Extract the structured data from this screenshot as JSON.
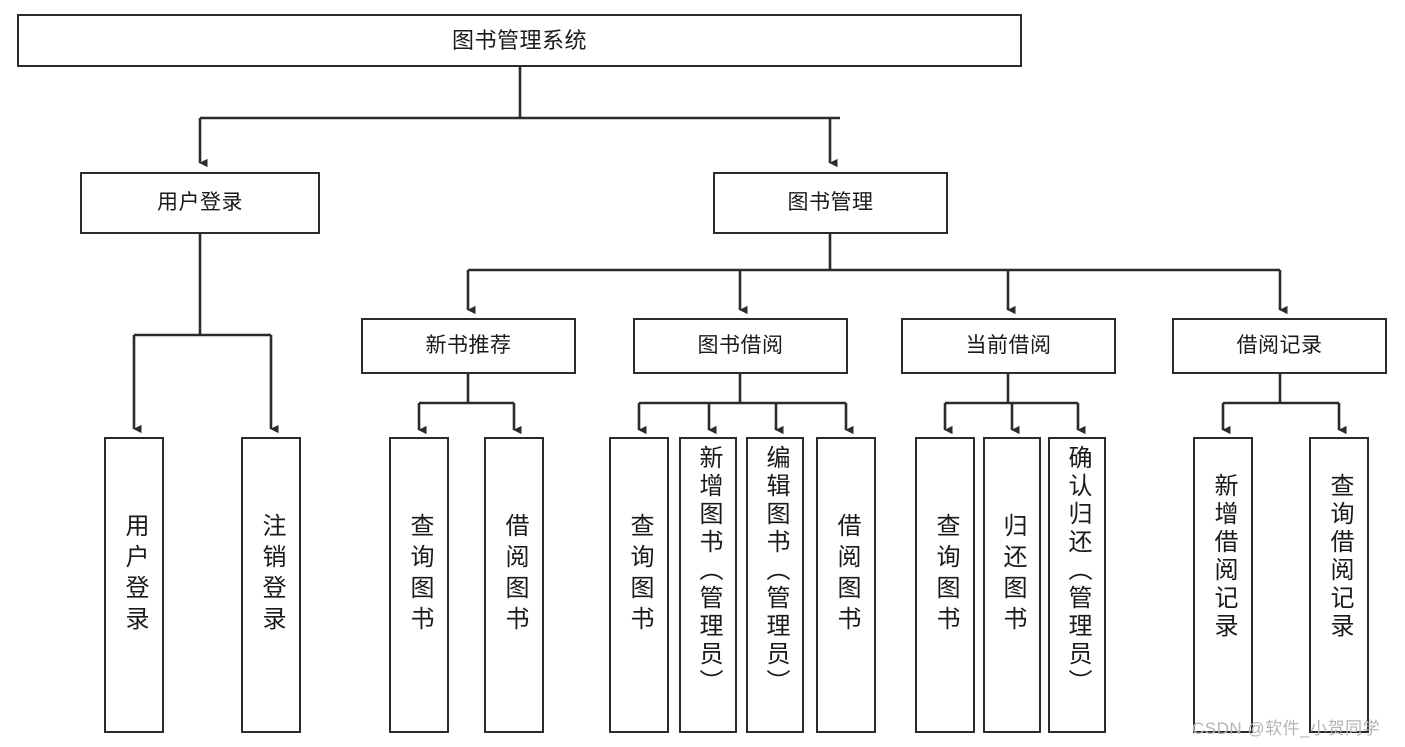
{
  "diagram": {
    "title": "图书管理系统",
    "type": "functional-structure-tree",
    "line_color": "#2b2b2b",
    "box_fill": "#ffffff",
    "text_color": "#1a1a1a"
  },
  "root": {
    "label": "图书管理系统"
  },
  "level2": [
    {
      "label": "用户登录"
    },
    {
      "label": "图书管理"
    }
  ],
  "level3": [
    {
      "label": "新书推荐"
    },
    {
      "label": "图书借阅"
    },
    {
      "label": "当前借阅"
    },
    {
      "label": "借阅记录"
    }
  ],
  "leaves": {
    "user_login": [
      {
        "label": "用户登录"
      },
      {
        "label": "注销登录"
      }
    ],
    "new_book_recommend": [
      {
        "label": "查询图书"
      },
      {
        "label": "借阅图书"
      }
    ],
    "book_borrow": [
      {
        "label": "查询图书"
      },
      {
        "label": "新增图书（管理员）"
      },
      {
        "label": "编辑图书（管理员）"
      },
      {
        "label": "借阅图书"
      }
    ],
    "current_borrow": [
      {
        "label": "查询图书"
      },
      {
        "label": "归还图书"
      },
      {
        "label": "确认归还（管理员）"
      }
    ],
    "borrow_record": [
      {
        "label": "新增借阅记录"
      },
      {
        "label": "查询借阅记录"
      }
    ]
  },
  "watermark": {
    "text": "CSDN @软件_小贺同学",
    "color": "#b4b4b4"
  }
}
